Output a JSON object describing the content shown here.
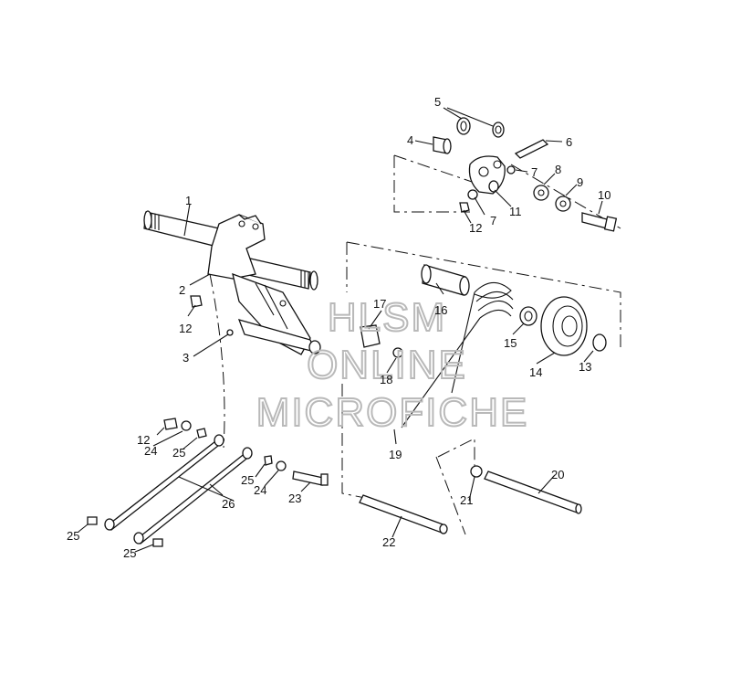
{
  "watermark": {
    "line1": "HLSM",
    "line2": "ONLINE",
    "line3": "MICROFICHE"
  },
  "callouts": [
    "1",
    "2",
    "3",
    "4",
    "5",
    "6",
    "7",
    "7",
    "8",
    "9",
    "10",
    "11",
    "12",
    "12",
    "12",
    "13",
    "14",
    "15",
    "16",
    "17",
    "18",
    "19",
    "20",
    "21",
    "22",
    "23",
    "24",
    "24",
    "25",
    "25",
    "25",
    "25",
    "26"
  ]
}
